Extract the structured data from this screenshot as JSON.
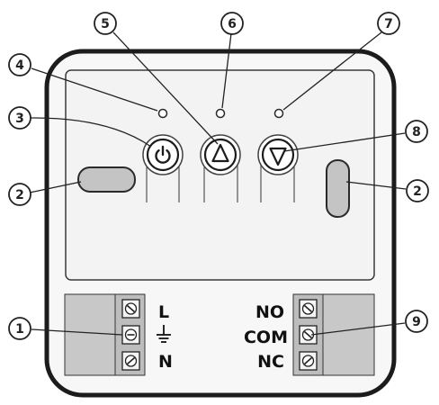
{
  "colors": {
    "outline": "#1c1c1c",
    "face": "#f7f7f7",
    "screen": "#f2f2f2",
    "terminal_block": "#c8c8c8",
    "slot": "#c4c4c4"
  },
  "callouts": [
    "1",
    "2",
    "2",
    "3",
    "4",
    "5",
    "6",
    "7",
    "8",
    "9"
  ],
  "buttons": {
    "power_icon": "power-icon",
    "up_icon": "triangle-up-icon",
    "down_icon": "triangle-down-icon"
  },
  "terminals": {
    "left": [
      "L",
      "",
      "N"
    ],
    "left_ground_icon": "ground-icon",
    "right": [
      "NO",
      "COM",
      "NC"
    ]
  }
}
